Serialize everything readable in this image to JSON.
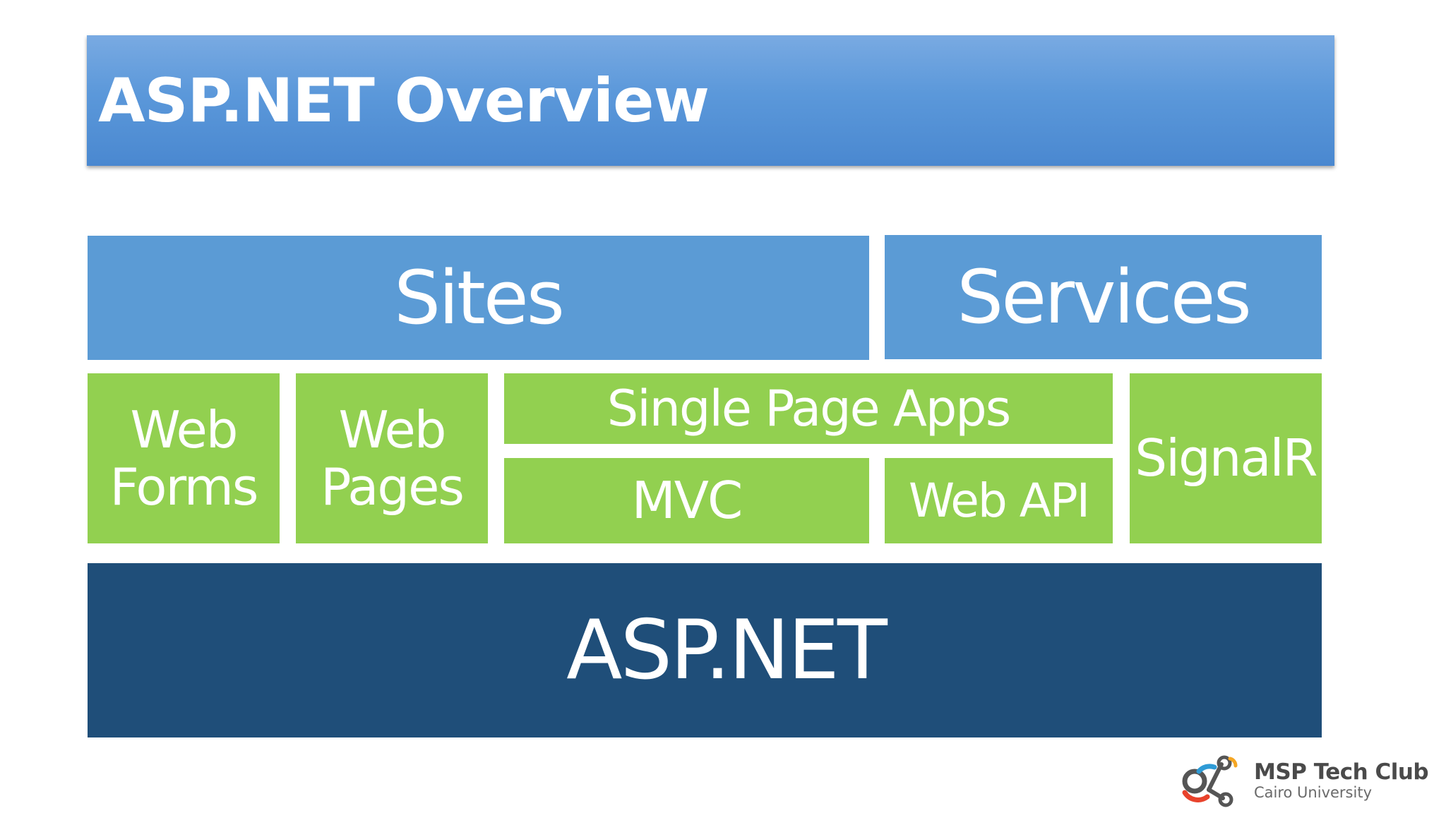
{
  "slide": {
    "title": "ASP.NET Overview"
  },
  "diagram": {
    "sites": "Sites",
    "services": "Services",
    "web_forms": [
      "Web",
      "Forms"
    ],
    "web_pages": [
      "Web",
      "Pages"
    ],
    "single_page_apps": "Single Page Apps",
    "mvc": "MVC",
    "web_api": "Web API",
    "signalr": "SignalR",
    "aspnet": "ASP.NET"
  },
  "logo": {
    "name": "MSP Tech Club",
    "subtitle": "Cairo University",
    "icon": "msp-logo-icon"
  },
  "colors": {
    "title_blue": "#5b98da",
    "layer_blue": "#5b9bd5",
    "framework_green": "#92d050",
    "base_navy": "#1f4e79",
    "logo_red": "#e8432c",
    "logo_blue": "#2e9bd6",
    "logo_orange": "#f5a623",
    "logo_gray": "#555555"
  }
}
